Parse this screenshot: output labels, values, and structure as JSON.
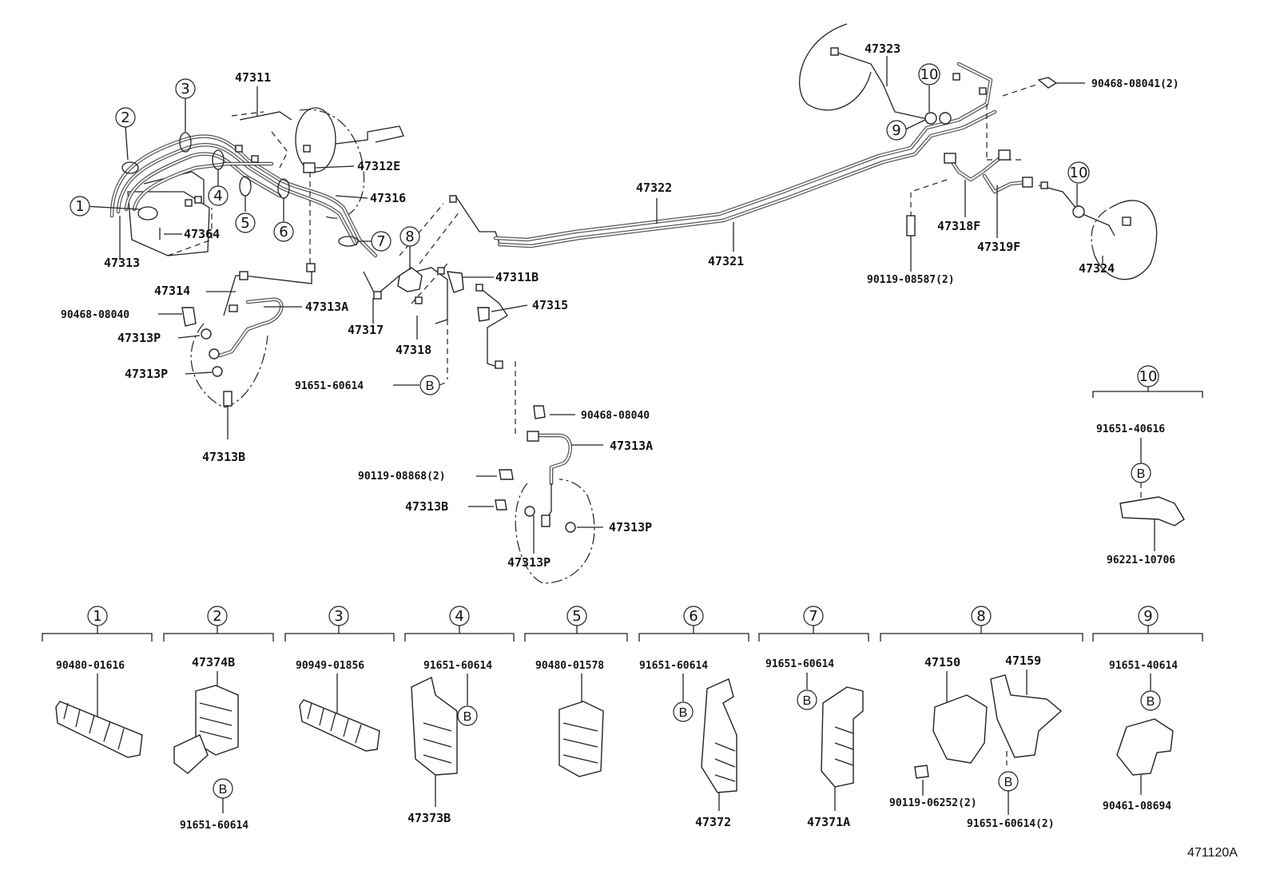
{
  "diagram_id": "471120A",
  "callouts": {
    "c1": "1",
    "c2": "2",
    "c3": "3",
    "c4": "4",
    "c5": "5",
    "c6": "6",
    "c7": "7",
    "c8": "8",
    "c9": "9",
    "c10": "10"
  },
  "parts_main": {
    "p47311": "47311",
    "p47312E": "47312E",
    "p47316": "47316",
    "p47364": "47364",
    "p47313": "47313",
    "p47314": "47314",
    "p90468_08040_a": "90468-08040",
    "p47313A_a": "47313A",
    "p47313P_a": "47313P",
    "p47313P_b": "47313P",
    "p47313B_a": "47313B",
    "p47317": "47317",
    "p47318": "47318",
    "p47311B": "47311B",
    "p47315": "47315",
    "p91651_60614_main": "91651-60614",
    "pB_main": "B",
    "p90468_08040_b": "90468-08040",
    "p47313A_b": "47313A",
    "p90119_08868": "90119-08868(2)",
    "p47313B_b": "47313B",
    "p47313P_c": "47313P",
    "p47313P_d": "47313P",
    "p47322": "47322",
    "p47321": "47321",
    "p47323": "47323",
    "p90468_08041": "90468-08041(2)",
    "p47318F": "47318F",
    "p47319F": "47319F",
    "p90119_08587": "90119-08587(2)",
    "p47324": "47324"
  },
  "detail_10": {
    "header": "10",
    "top": "91651-40616",
    "b": "B",
    "bottom": "96221-10706"
  },
  "details": [
    {
      "header": "1",
      "labels": [
        "90480-01616"
      ]
    },
    {
      "header": "2",
      "labels": [
        "47374B",
        "B",
        "91651-60614"
      ]
    },
    {
      "header": "3",
      "labels": [
        "90949-01856"
      ]
    },
    {
      "header": "4",
      "labels": [
        "91651-60614",
        "B",
        "47373B"
      ]
    },
    {
      "header": "5",
      "labels": [
        "90480-01578"
      ]
    },
    {
      "header": "6",
      "labels": [
        "91651-60614",
        "B",
        "47372"
      ]
    },
    {
      "header": "7",
      "labels": [
        "91651-60614",
        "B",
        "47371A"
      ]
    },
    {
      "header": "8",
      "labels": [
        "47150",
        "47159",
        "90119-06252(2)",
        "B",
        "91651-60614(2)"
      ]
    },
    {
      "header": "9",
      "labels": [
        "91651-40614",
        "B",
        "90461-08694"
      ]
    }
  ]
}
